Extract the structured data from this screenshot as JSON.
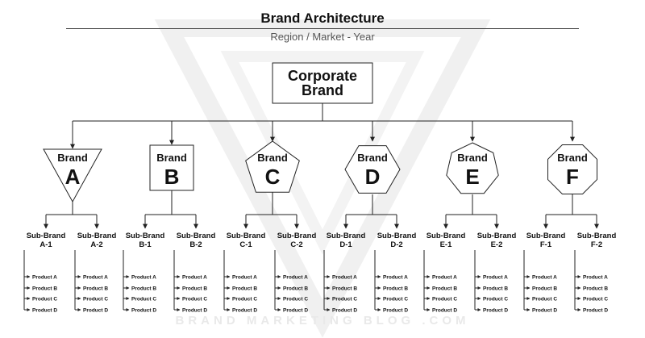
{
  "header": {
    "title": "Brand Architecture",
    "subtitle": "Region / Market - Year"
  },
  "corporate": {
    "line1": "Corporate",
    "line2": "Brand"
  },
  "brands": [
    {
      "label": "Brand",
      "letter": "A",
      "shape": "triangle-down",
      "subbrands": [
        {
          "line1": "Sub-Brand",
          "line2": "A-1",
          "products": [
            "Product A",
            "Product B",
            "Product C",
            "Product D"
          ]
        },
        {
          "line1": "Sub-Brand",
          "line2": "A-2",
          "products": [
            "Product A",
            "Product B",
            "Product C",
            "Product D"
          ]
        }
      ]
    },
    {
      "label": "Brand",
      "letter": "B",
      "shape": "square",
      "subbrands": [
        {
          "line1": "Sub-Brand",
          "line2": "B-1",
          "products": [
            "Product A",
            "Product B",
            "Product C",
            "Product D"
          ]
        },
        {
          "line1": "Sub-Brand",
          "line2": "B-2",
          "products": [
            "Product A",
            "Product B",
            "Product C",
            "Product D"
          ]
        }
      ]
    },
    {
      "label": "Brand",
      "letter": "C",
      "shape": "pentagon",
      "subbrands": [
        {
          "line1": "Sub-Brand",
          "line2": "C-1",
          "products": [
            "Product A",
            "Product B",
            "Product C",
            "Product D"
          ]
        },
        {
          "line1": "Sub-Brand",
          "line2": "C-2",
          "products": [
            "Product A",
            "Product B",
            "Product C",
            "Product D"
          ]
        }
      ]
    },
    {
      "label": "Brand",
      "letter": "D",
      "shape": "hexagon",
      "subbrands": [
        {
          "line1": "Sub-Brand",
          "line2": "D-1",
          "products": [
            "Product A",
            "Product B",
            "Product C",
            "Product D"
          ]
        },
        {
          "line1": "Sub-Brand",
          "line2": "D-2",
          "products": [
            "Product A",
            "Product B",
            "Product C",
            "Product D"
          ]
        }
      ]
    },
    {
      "label": "Brand",
      "letter": "E",
      "shape": "heptagon",
      "subbrands": [
        {
          "line1": "Sub-Brand",
          "line2": "E-1",
          "products": [
            "Product A",
            "Product B",
            "Product C",
            "Product D"
          ]
        },
        {
          "line1": "Sub-Brand",
          "line2": "E-2",
          "products": [
            "Product A",
            "Product B",
            "Product C",
            "Product D"
          ]
        }
      ]
    },
    {
      "label": "Brand",
      "letter": "F",
      "shape": "octagon",
      "subbrands": [
        {
          "line1": "Sub-Brand",
          "line2": "F-1",
          "products": [
            "Product A",
            "Product B",
            "Product C",
            "Product D"
          ]
        },
        {
          "line1": "Sub-Brand",
          "line2": "F-2",
          "products": [
            "Product A",
            "Product B",
            "Product C",
            "Product D"
          ]
        }
      ]
    }
  ],
  "watermark": {
    "text": "BRAND MARKETING BLOG .COM"
  }
}
